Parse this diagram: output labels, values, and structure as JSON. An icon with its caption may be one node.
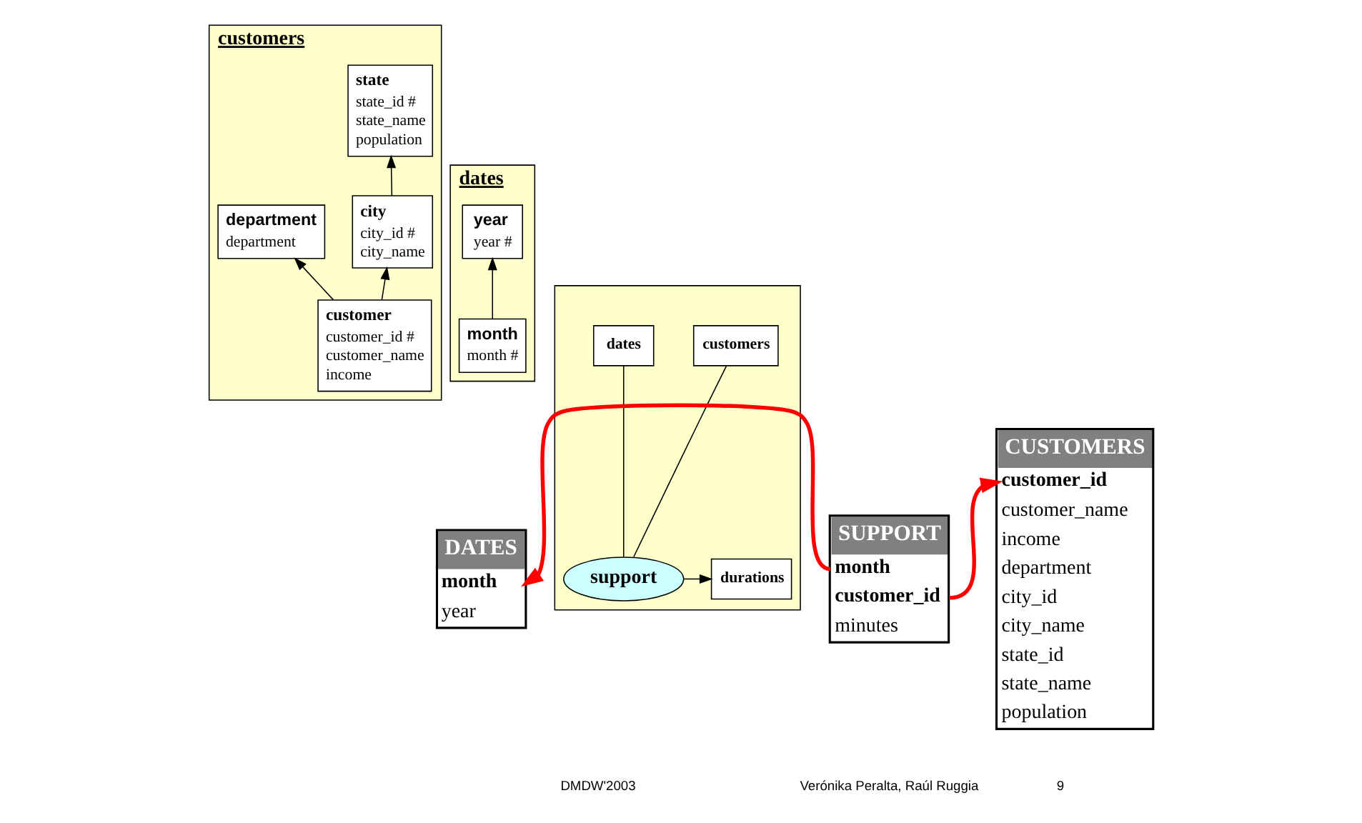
{
  "diagram": {
    "nodes": [
      {
        "text": [
          "customers"
        ]
      },
      {
        "text": [
          "state",
          "state_id #",
          "state_name",
          "population"
        ],
        "in": 0
      },
      {
        "text": [
          "city",
          "city_id #",
          "city_name"
        ],
        "in": 0
      },
      {
        "text": [
          "department",
          "department"
        ],
        "in": 0
      },
      {
        "text": [
          "customer",
          "customer_id #",
          "customer_name",
          "income"
        ],
        "in": 0
      },
      {
        "text": [
          "dates"
        ]
      },
      {
        "text": [
          "year",
          "year #"
        ],
        "in": 5
      },
      {
        "text": [
          "month",
          "month #"
        ],
        "in": 5
      },
      {
        "text": [],
        "shape": "box"
      },
      {
        "text": [
          "dates"
        ],
        "in": 8
      },
      {
        "text": [
          "support"
        ],
        "in": 8
      },
      {
        "text": [
          "durations"
        ],
        "in": 8
      },
      {
        "text": [
          "customers"
        ],
        "in": 8
      },
      {
        "text": [
          "DATES",
          "month",
          "year"
        ]
      },
      {
        "text": [
          "SUPPORT",
          "month",
          "customer_id",
          "minutes"
        ]
      },
      {
        "text": [
          "CUSTOMERS",
          "customer_id",
          "customer_name",
          "income",
          "department",
          "city_id",
          "city_name",
          "state_id",
          "state_name",
          "population"
        ]
      }
    ],
    "edges": [
      {
        "from": 2,
        "to": 1,
        "arrow": "to"
      },
      {
        "from": 4,
        "to": 2,
        "arrow": "to"
      },
      {
        "from": 4,
        "to": 3,
        "arrow": "to"
      },
      {
        "from": 7,
        "to": 6,
        "arrow": "to"
      },
      {
        "from": 9,
        "to": 10,
        "arrow": "none"
      },
      {
        "from": 10,
        "to": 11,
        "arrow": "to"
      },
      {
        "from": 12,
        "to": 10,
        "arrow": "none"
      },
      {
        "from": 14,
        "to": 13,
        "arrow": "to",
        "style": "thick",
        "color": "#ff0000"
      },
      {
        "from": 14,
        "to": 15,
        "arrow": "to",
        "style": "thick",
        "color": "#ff0000"
      }
    ],
    "labels": [
      "DMDW'2003",
      "Verónika Peralta, Raúl Ruggia",
      "9"
    ]
  }
}
